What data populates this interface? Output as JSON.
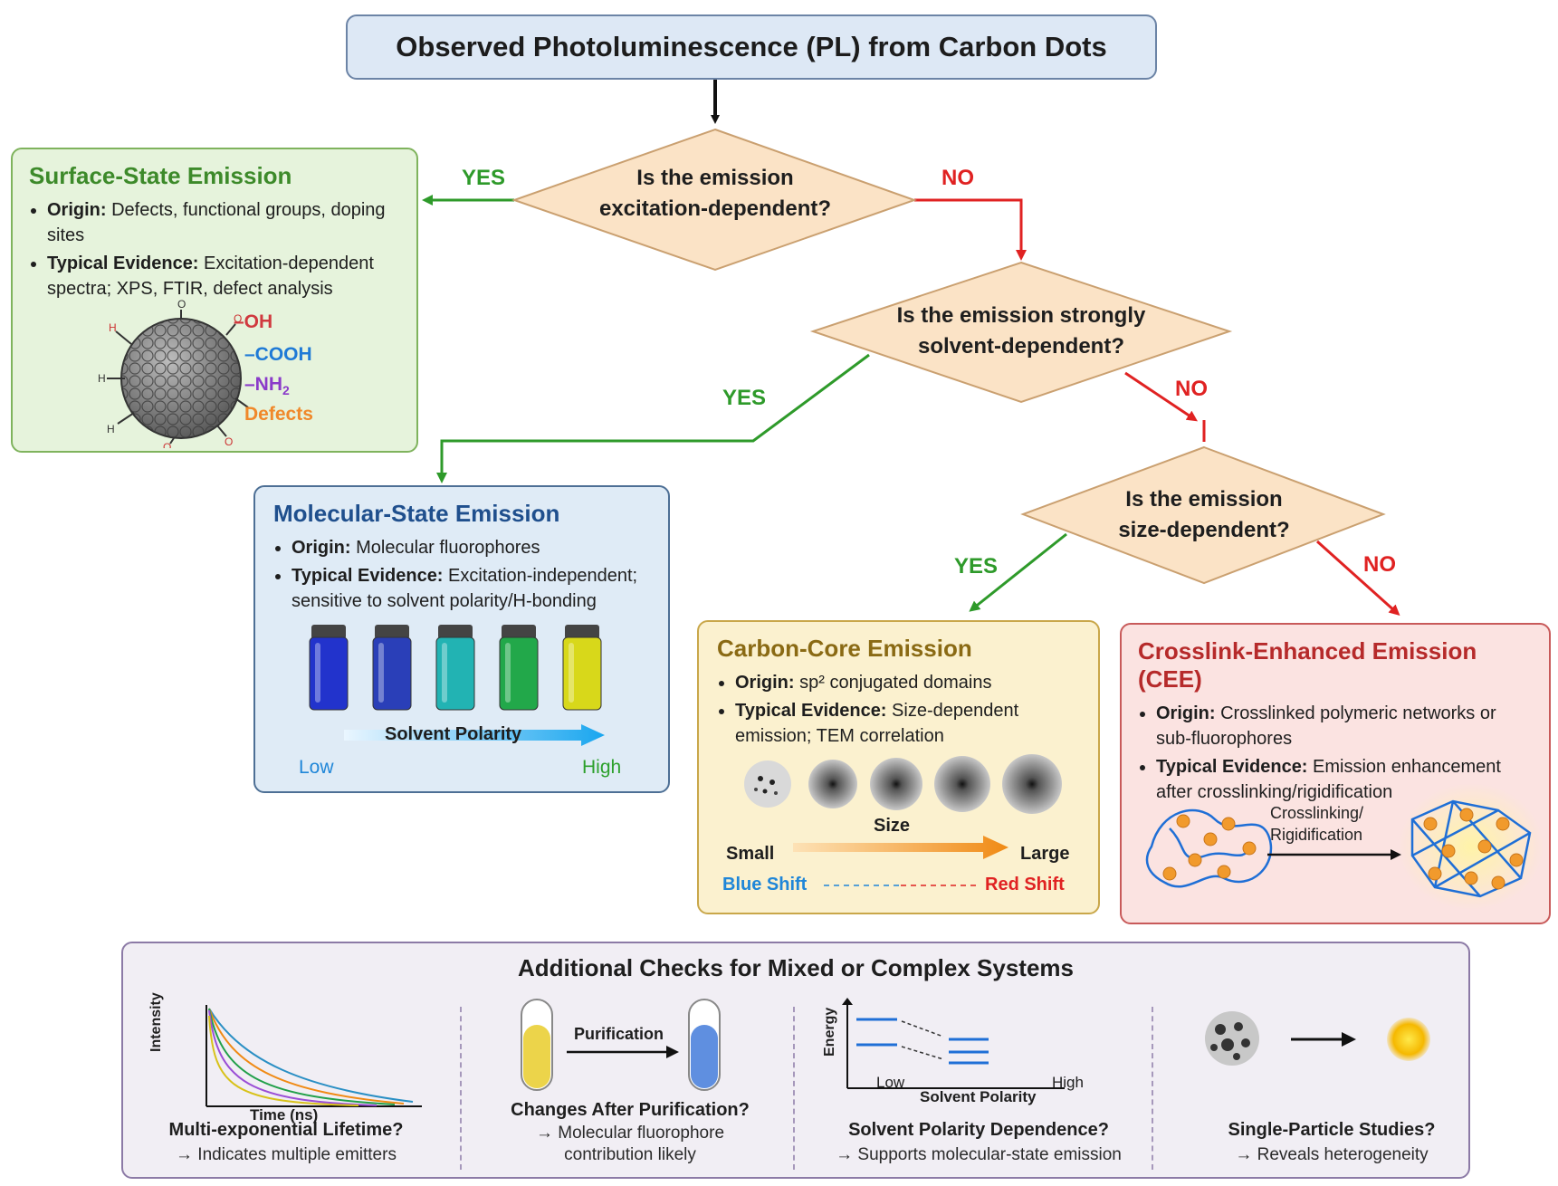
{
  "title": "Observed Photoluminescence (PL) from Carbon Dots",
  "questions": {
    "q1": [
      "Is the emission",
      "excitation-dependent?"
    ],
    "q2": [
      "Is the emission strongly",
      "solvent-dependent?"
    ],
    "q3": [
      "Is the emission",
      "size-dependent?"
    ]
  },
  "branch_labels": {
    "yes": "YES",
    "no": "NO"
  },
  "surface": {
    "title": "Surface-State Emission",
    "origin_label": "Origin:",
    "origin_text": "Defects, functional groups, doping sites",
    "evidence_label": "Typical Evidence:",
    "evidence_text": "Excitation-dependent spectra; XPS, FTIR, defect analysis",
    "groups": {
      "oh": "–OH",
      "cooh": "–COOH",
      "nh2": "–NH",
      "nh2_sub": "2",
      "defects": "Defects"
    }
  },
  "molecular": {
    "title": "Molecular-State Emission",
    "origin_label": "Origin:",
    "origin_text": "Molecular fluorophores",
    "evidence_label": "Typical Evidence:",
    "evidence_text": "Excitation-independent; sensitive to solvent polarity/H-bonding",
    "axis_label": "Solvent Polarity",
    "low": "Low",
    "high": "High",
    "vial_colors": [
      "#2233cc",
      "#2a3fb8",
      "#22b3b3",
      "#22a84a",
      "#d8d81a"
    ]
  },
  "carbon": {
    "title": "Carbon-Core Emission",
    "origin_label": "Origin:",
    "origin_text": "sp² conjugated domains",
    "evidence_label": "Typical Evidence:",
    "evidence_text": "Size-dependent emission; TEM correlation",
    "size_label": "Size",
    "small": "Small",
    "large": "Large",
    "blue_shift": "Blue Shift",
    "red_shift": "Red Shift"
  },
  "cee": {
    "title": "Crosslink-Enhanced Emission (CEE)",
    "origin_label": "Origin:",
    "origin_text": "Crosslinked polymeric networks or sub-fluorophores",
    "evidence_label": "Typical Evidence:",
    "evidence_text": "Emission enhancement after crosslinking/rigidification",
    "process_label_1": "Crosslinking/",
    "process_label_2": "Rigidification"
  },
  "checks": {
    "title": "Additional Checks for Mixed or Complex Systems",
    "items": [
      {
        "title": "Multi-exponential Lifetime?",
        "sub": "→ Indicates multiple emitters",
        "ylabel": "Intensity",
        "xlabel": "Time (ns)"
      },
      {
        "title": "Changes After Purification?",
        "sub": "→ Molecular fluorophore contribution likely",
        "arrow_label": "Purification"
      },
      {
        "title": "Solvent Polarity Dependence?",
        "sub": "→ Supports molecular-state emission",
        "ylabel": "Energy",
        "xlabel": "Solvent Polarity",
        "low": "Low",
        "high": "High"
      },
      {
        "title": "Single-Particle Studies?",
        "sub": "→ Reveals heterogeneity"
      }
    ]
  }
}
